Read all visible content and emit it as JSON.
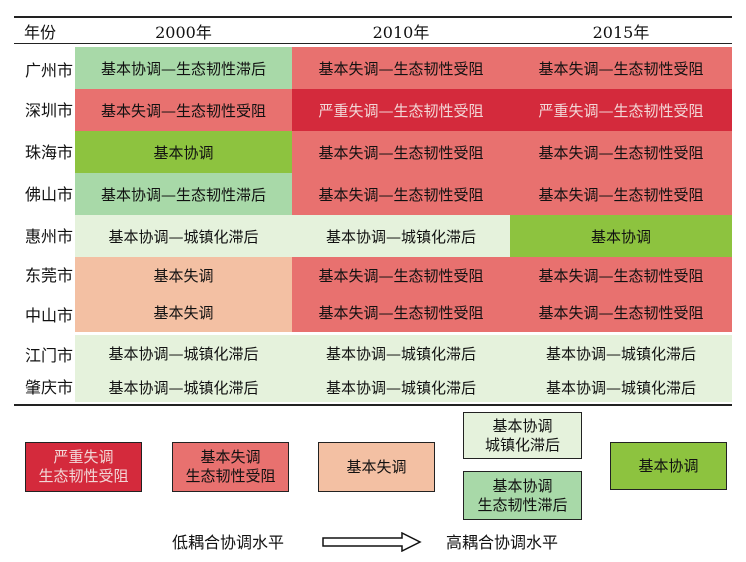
{
  "header": {
    "year_col": "年份",
    "years": [
      "2000年",
      "2010年",
      "2015年"
    ]
  },
  "cities": [
    "广州市",
    "深圳市",
    "珠海市",
    "佛山市",
    "惠州市",
    "东莞市",
    "中山市",
    "江门市",
    "肇庆市"
  ],
  "cells": {
    "c2000": [
      "基本协调—生态韧性滞后",
      "基本失调—生态韧性受阻",
      "基本协调",
      "基本协调—生态韧性滞后",
      "基本协调—城镇化滞后",
      "基本失调",
      "基本失调",
      "基本协调—城镇化滞后",
      "基本协调—城镇化滞后"
    ],
    "c2010": [
      "基本失调—生态韧性受阻",
      "严重失调—生态韧性受阻",
      "基本失调—生态韧性受阻",
      "基本失调—生态韧性受阻",
      "基本协调—城镇化滞后",
      "基本失调—生态韧性受阻",
      "基本失调—生态韧性受阻",
      "基本协调—城镇化滞后",
      "基本协调—城镇化滞后"
    ],
    "c2015": [
      "基本失调—生态韧性受阻",
      "严重失调—生态韧性受阻",
      "基本失调—生态韧性受阻",
      "基本失调—生态韧性受阻",
      "基本协调",
      "基本失调—生态韧性受阻",
      "基本失调—生态韧性受阻",
      "基本协调—城镇化滞后",
      "基本协调—城镇化滞后"
    ]
  },
  "legend": {
    "severe": [
      "严重失调",
      "生态韧性受阻"
    ],
    "basic_dis_eco": [
      "基本失调",
      "生态韧性受阻"
    ],
    "basic_dis": "基本失调",
    "coord_urban": [
      "基本协调",
      "城镇化滞后"
    ],
    "coord_eco": [
      "基本协调",
      "生态韧性滞后"
    ],
    "coord": "基本协调"
  },
  "scale": {
    "low": "低耦合协调水平",
    "high": "高耦合协调水平"
  },
  "colors": {
    "severe": "#d42a3c",
    "basic_dis_eco": "#e8716f",
    "basic_dis": "#f3c0a3",
    "coord_urban": "#e5f2dc",
    "coord_eco": "#a8d9a8",
    "coord": "#8dc33f",
    "severe_text": "#f2d6d6"
  }
}
